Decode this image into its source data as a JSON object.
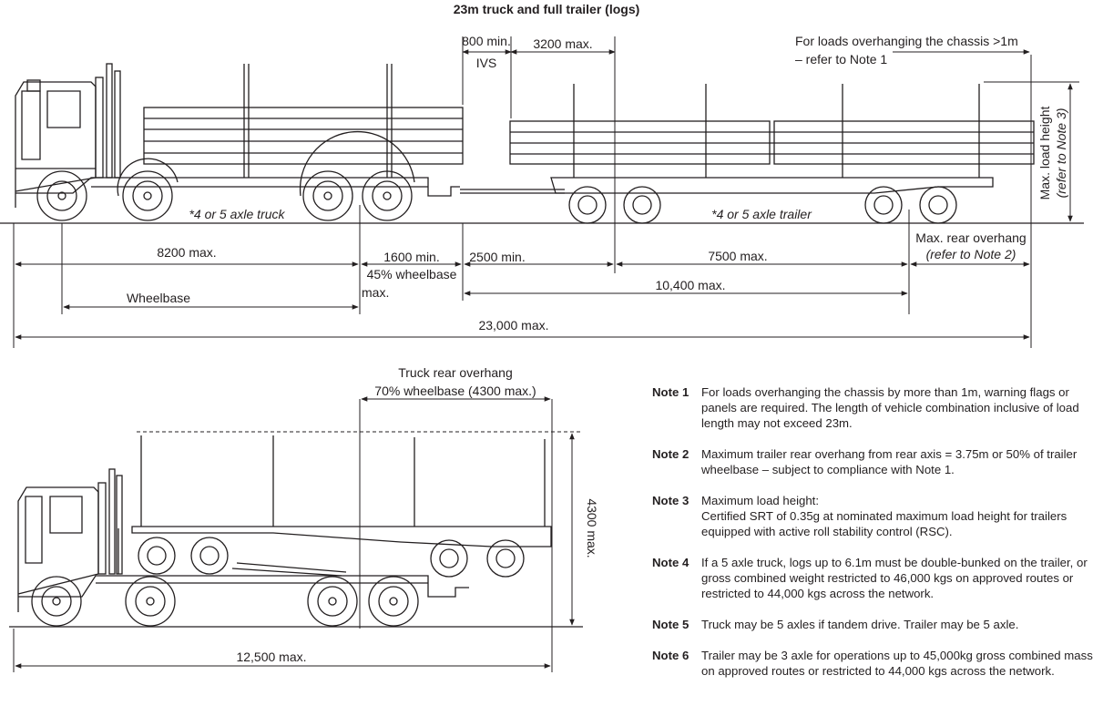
{
  "title": "23m truck and full trailer (logs)",
  "top_view": {
    "ivs_min": "800 min.",
    "ivs": "IVS",
    "drawbar_max": "3200 max.",
    "overhang_note_1": "For loads overhanging the chassis >1m",
    "overhang_note_2": "– refer to Note 1",
    "max_load_height": "Max. load height",
    "max_load_height_ref": "(refer to Note 3)",
    "truck_axles": "*4 or 5 axle truck",
    "trailer_axles": "*4 or 5 axle trailer",
    "truck_length": "8200 max.",
    "rear_overhang_min": "1600 min.",
    "rear_overhang_pct": "45% wheelbase",
    "rear_overhang_max": "max.",
    "coupling_distance": "2500 min.",
    "trailer_length": "7500 max.",
    "trailer_rear_overhang": "Max. rear overhang",
    "trailer_rear_overhang_ref": "(refer to Note 2)",
    "wheelbase": "Wheelbase",
    "trailer_wheelbase": "10,400 max.",
    "overall_length": "23,000 max."
  },
  "bottom_view": {
    "truck_rear_overhang": "Truck rear overhang",
    "truck_rear_overhang_pct": "70% wheelbase (4300 max.)",
    "height": "4300 max.",
    "overall_length": "12,500 max."
  },
  "notes": [
    {
      "label": "Note 1",
      "lines": [
        "For loads overhanging the chassis by more than 1m, warning flags or",
        "panels are required. The length of vehicle combination inclusive of load",
        "length may not exceed 23m."
      ]
    },
    {
      "label": "Note 2",
      "lines": [
        "Maximum trailer rear overhang from rear axis = 3.75m or 50% of trailer",
        "wheelbase – subject to compliance with Note 1."
      ]
    },
    {
      "label": "Note 3",
      "lines": [
        "Maximum load height:",
        "Certified SRT of 0.35g at nominated maximum load height for trailers",
        "equipped with active roll stability control (RSC)."
      ]
    },
    {
      "label": "Note 4",
      "lines": [
        "If a 5 axle truck, logs up to 6.1m must be double-bunked on the trailer, or",
        "gross combined weight restricted to 46,000 kgs  on approved routes or",
        "restricted to 44,000 kgs across the  network."
      ]
    },
    {
      "label": "Note 5",
      "lines": [
        "Truck may be 5 axles if tandem drive. Trailer may be 5 axle."
      ]
    },
    {
      "label": "Note 6",
      "lines": [
        "Trailer may be 3 axle for operations up to 45,000kg gross combined mass",
        "on approved routes or  restricted to 44,000 kgs across the  network."
      ]
    }
  ]
}
